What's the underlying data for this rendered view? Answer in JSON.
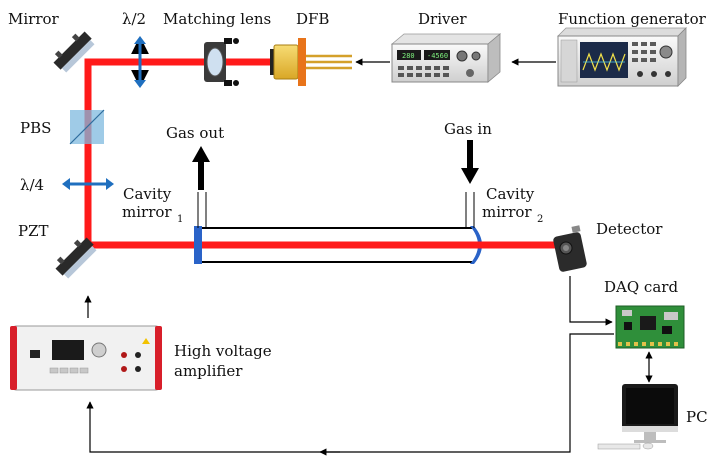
{
  "labels": {
    "mirror": "Mirror",
    "half_wave": "λ/2",
    "matching_lens": "Matching lens",
    "dfb": "DFB",
    "driver": "Driver",
    "function_generator": "Function generator",
    "pbs": "PBS",
    "quarter_wave": "λ/4",
    "pzt": "PZT",
    "gas_out": "Gas out",
    "gas_in": "Gas in",
    "cavity_mirror1_line1": "Cavity",
    "cavity_mirror1_line2": "mirror",
    "cavity_mirror1_sub": "1",
    "cavity_mirror2_line1": "Cavity",
    "cavity_mirror2_line2": "mirror",
    "cavity_mirror2_sub": "2",
    "detector": "Detector",
    "daq_card": "DAQ card",
    "hv_amp_line1": "High voltage",
    "hv_amp_line2": "amplifier",
    "pc": "PC"
  },
  "device_readouts": {
    "driver_display_left": "280",
    "driver_display_right": "-4560"
  },
  "colors": {
    "laser_beam": "#ff1a1a",
    "waveplate": "#1f6fbf",
    "dfb_flange": "#e8741a",
    "dfb_body": "#f2c840",
    "cavity_mirror": "#2a63c8",
    "pbs_cube": "#7fbadf",
    "signal_line": "#000000",
    "hv_amp_accent": "#d81f2a",
    "daq_board": "#2f8f3a"
  },
  "icons": {
    "mirror": "mirror-mount-icon",
    "lens": "lens-mount-icon",
    "laser": "dfb-laser-icon",
    "driver": "laser-driver-icon",
    "generator": "function-generator-icon",
    "detector": "photodetector-icon",
    "daq": "daq-card-icon",
    "amplifier": "hv-amplifier-icon",
    "pc": "imac-computer-icon"
  }
}
